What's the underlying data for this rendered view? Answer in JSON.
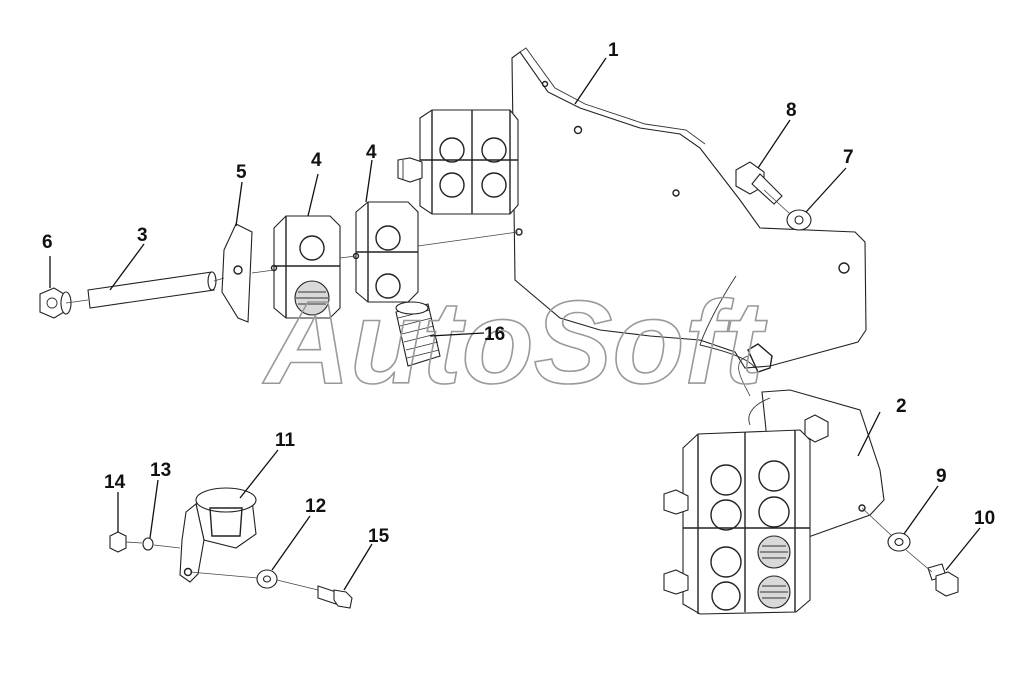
{
  "watermark": "AutoSoft",
  "callouts": {
    "c1": "1",
    "c2": "2",
    "c3": "3",
    "c4a": "4",
    "c4b": "4",
    "c5": "5",
    "c6": "6",
    "c7": "7",
    "c8": "8",
    "c9": "9",
    "c10": "10",
    "c11": "11",
    "c12": "12",
    "c13": "13",
    "c14": "14",
    "c15": "15",
    "c16": "16"
  }
}
